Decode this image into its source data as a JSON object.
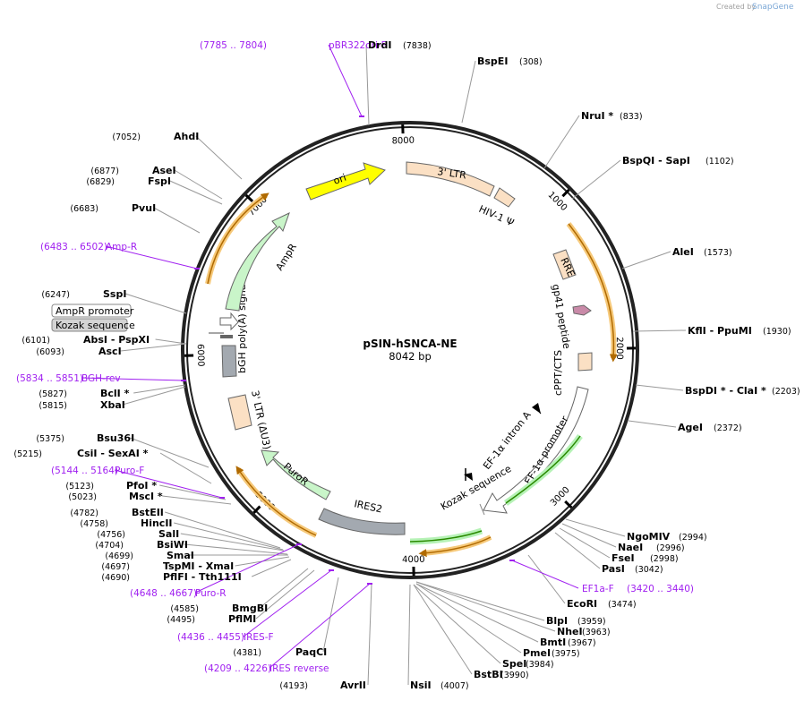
{
  "credit": {
    "prefix": "Created by",
    "brand": "SnapGene"
  },
  "plasmid": {
    "name": "pSIN-hSNCA-NE",
    "length_label": "8042 bp",
    "length": 8042
  },
  "tick_labels": [
    "1000",
    "2000",
    "3000",
    "4000",
    "5000",
    "6000",
    "7000",
    "8000"
  ],
  "features": [
    {
      "label": "ori"
    },
    {
      "label": "3' LTR"
    },
    {
      "label": "HIV-1 Ψ"
    },
    {
      "label": "RRE"
    },
    {
      "label": "gp41 peptide"
    },
    {
      "label": "cPPT/CTS"
    },
    {
      "label": "EF-1α promoter"
    },
    {
      "label": "EF-1α intron A"
    },
    {
      "label": "Kozak sequence"
    },
    {
      "label": "IRES2"
    },
    {
      "label": "PuroR"
    },
    {
      "label": "3' LTR (ΔU3)"
    },
    {
      "label": "bGH poly(A) signal"
    },
    {
      "label": "AmpR"
    }
  ],
  "boxed": [
    {
      "label": "AmpR promoter"
    },
    {
      "label": "Kozak sequence"
    }
  ],
  "sites": [
    {
      "name": "DrdI",
      "pos": "(7838)",
      "side": "top"
    },
    {
      "name": "BspEI",
      "pos": "(308)",
      "side": "right"
    },
    {
      "name": "NruI *",
      "pos": "(833)",
      "side": "right"
    },
    {
      "name": "BspQI  - SapI",
      "pos": "(1102)",
      "side": "right"
    },
    {
      "name": "AleI",
      "pos": "(1573)",
      "side": "right"
    },
    {
      "name": "KflI  - PpuMI",
      "pos": "(1930)",
      "side": "right"
    },
    {
      "name": "BspDI * - ClaI *",
      "pos": "(2203)",
      "side": "right"
    },
    {
      "name": "AgeI",
      "pos": "(2372)",
      "side": "right"
    },
    {
      "name": "NgoMIV",
      "pos": "(2994)",
      "side": "right"
    },
    {
      "name": "NaeI",
      "pos": "(2996)",
      "side": "right"
    },
    {
      "name": "FseI",
      "pos": "(2998)",
      "side": "right"
    },
    {
      "name": "PasI",
      "pos": "(3042)",
      "side": "right"
    },
    {
      "name": "EcoRI",
      "pos": "(3474)",
      "side": "right"
    },
    {
      "name": "BlpI",
      "pos": "(3959)",
      "side": "right"
    },
    {
      "name": "NheI",
      "pos": "(3963)",
      "side": "right"
    },
    {
      "name": "BmtI",
      "pos": "(3967)",
      "side": "right"
    },
    {
      "name": "PmeI",
      "pos": "(3975)",
      "side": "right"
    },
    {
      "name": "SpeI",
      "pos": "(3984)",
      "side": "right"
    },
    {
      "name": "BstBI",
      "pos": "(3990)",
      "side": "right"
    },
    {
      "name": "NsiI",
      "pos": "(4007)",
      "side": "right"
    },
    {
      "name": "AvrII",
      "pos": "(4193)",
      "side": "left"
    },
    {
      "name": "PaqCI",
      "pos": "(4381)",
      "side": "left"
    },
    {
      "name": "PflMI",
      "pos": "(4495)",
      "side": "left"
    },
    {
      "name": "BmgBI",
      "pos": "(4585)",
      "side": "left"
    },
    {
      "name": "PflFI  - Tth111I",
      "pos": "(4690)",
      "side": "left"
    },
    {
      "name": "TspMI  - XmaI",
      "pos": "(4697)",
      "side": "left"
    },
    {
      "name": "SmaI",
      "pos": "(4699)",
      "side": "left"
    },
    {
      "name": "BsiWI",
      "pos": "(4704)",
      "side": "left"
    },
    {
      "name": "SalI",
      "pos": "(4756)",
      "side": "left"
    },
    {
      "name": "HincII",
      "pos": "(4758)",
      "side": "left"
    },
    {
      "name": "BstEII",
      "pos": "(4782)",
      "side": "left"
    },
    {
      "name": "MscI *",
      "pos": "(5023)",
      "side": "left"
    },
    {
      "name": "PfoI *",
      "pos": "(5123)",
      "side": "left"
    },
    {
      "name": "CsiI  - SexAI *",
      "pos": "(5215)",
      "side": "left"
    },
    {
      "name": "Bsu36I",
      "pos": "(5375)",
      "side": "left"
    },
    {
      "name": "XbaI",
      "pos": "(5815)",
      "side": "left"
    },
    {
      "name": "BclI *",
      "pos": "(5827)",
      "side": "left"
    },
    {
      "name": "AscI",
      "pos": "(6093)",
      "side": "left"
    },
    {
      "name": "AbsI  - PspXI",
      "pos": "(6101)",
      "side": "left"
    },
    {
      "name": "SspI",
      "pos": "(6247)",
      "side": "left"
    },
    {
      "name": "PvuI",
      "pos": "(6683)",
      "side": "left"
    },
    {
      "name": "FspI",
      "pos": "(6829)",
      "side": "left"
    },
    {
      "name": "AseI",
      "pos": "(6877)",
      "side": "left"
    },
    {
      "name": "AhdI",
      "pos": "(7052)",
      "side": "left"
    }
  ],
  "primers": [
    {
      "range": "(7785 .. 7804)",
      "name": "pBR322ori-F"
    },
    {
      "range": "(6483 .. 6502)",
      "name": "Amp-R"
    },
    {
      "range": "(5834 .. 5851)",
      "name": "BGH-rev"
    },
    {
      "range": "(5144 .. 5164)",
      "name": "Puro-F"
    },
    {
      "range": "(4648 .. 4667)",
      "name": "Puro-R"
    },
    {
      "range": "(4436 .. 4455)",
      "name": "IRES-F"
    },
    {
      "range": "(4209 .. 4226)",
      "name": "IRES reverse"
    },
    {
      "range": "(3420 .. 3440)",
      "name": "EF1a-F"
    }
  ]
}
